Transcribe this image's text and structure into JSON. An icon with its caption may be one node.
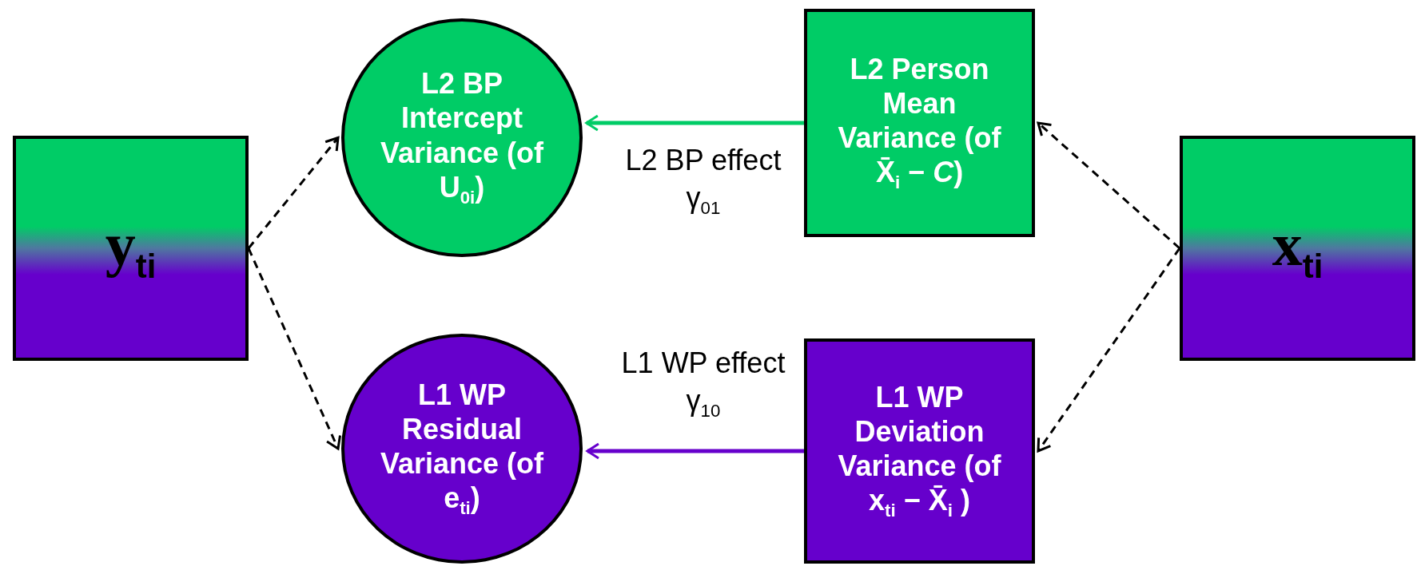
{
  "diagram": {
    "nodes": [
      {
        "text": [
          "y$_{ti}$"
        ]
      },
      {
        "text": [
          "L2 BP Intercept Variance (of U$_{0i}$)"
        ]
      },
      {
        "text": [
          "L2 Person Mean Variance (of X̄$_{i}$ − *C*)"
        ]
      },
      {
        "text": [
          "x$_{ti}$"
        ]
      },
      {
        "text": [
          "L1 WP Residual Variance (of e$_{ti}$)"
        ]
      },
      {
        "text": [
          "L1 WP Deviation Variance (of x$_{ti}$ − X̄$_{i}$ )"
        ]
      }
    ],
    "edges": [
      {
        "from": 0,
        "to": 1,
        "arrow": "to",
        "style": "dashed"
      },
      {
        "from": 0,
        "to": 4,
        "arrow": "to",
        "style": "dashed"
      },
      {
        "from": 3,
        "to": 2,
        "arrow": "to",
        "style": "dashed"
      },
      {
        "from": 3,
        "to": 5,
        "arrow": "to",
        "style": "dashed"
      },
      {
        "from": 2,
        "to": 1,
        "arrow": "to",
        "label": "L2 BP effect γ$_{01}$",
        "color": "#00cc66"
      },
      {
        "from": 5,
        "to": 4,
        "arrow": "to",
        "label": "L1 WP effect γ$_{10}$",
        "color": "#6600cc"
      }
    ]
  }
}
